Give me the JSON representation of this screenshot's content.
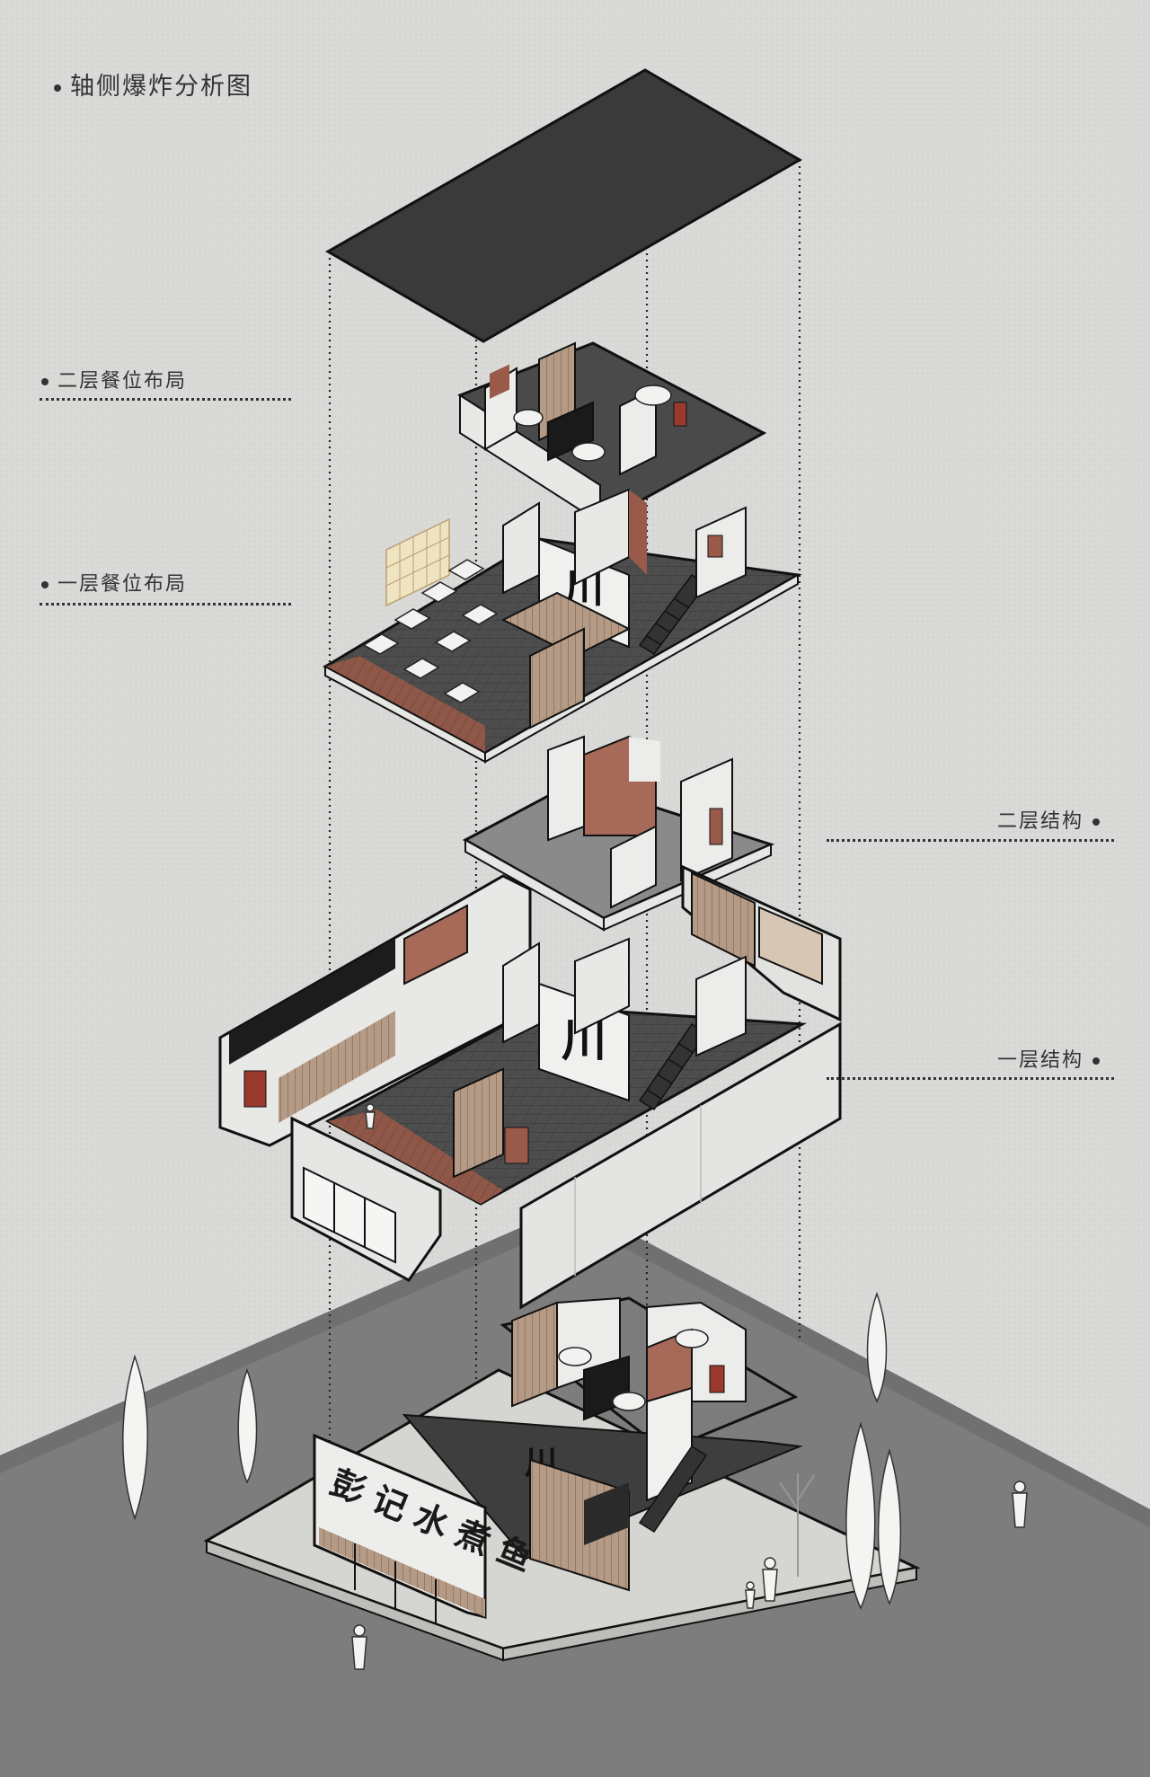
{
  "title": "轴侧爆炸分析图",
  "labels": {
    "second_floor_seating": "二层餐位布局",
    "first_floor_seating": "一层餐位布局",
    "second_floor_structure": "二层结构",
    "first_floor_structure": "一层结构"
  },
  "signage": {
    "shop_sign": "彭记水煮鱼",
    "calligraphy_char": "川"
  },
  "colors": {
    "background": "#d9d9d7",
    "ground": "#7d7d7d",
    "roof": "#3a3a3a",
    "floor_dark": "#4a4a4a",
    "floor_mid": "#8a8a8a",
    "wall_light": "#ececea",
    "wood_red": "#9a5a4a",
    "wood_tan": "#b49a86",
    "line": "#111111"
  }
}
